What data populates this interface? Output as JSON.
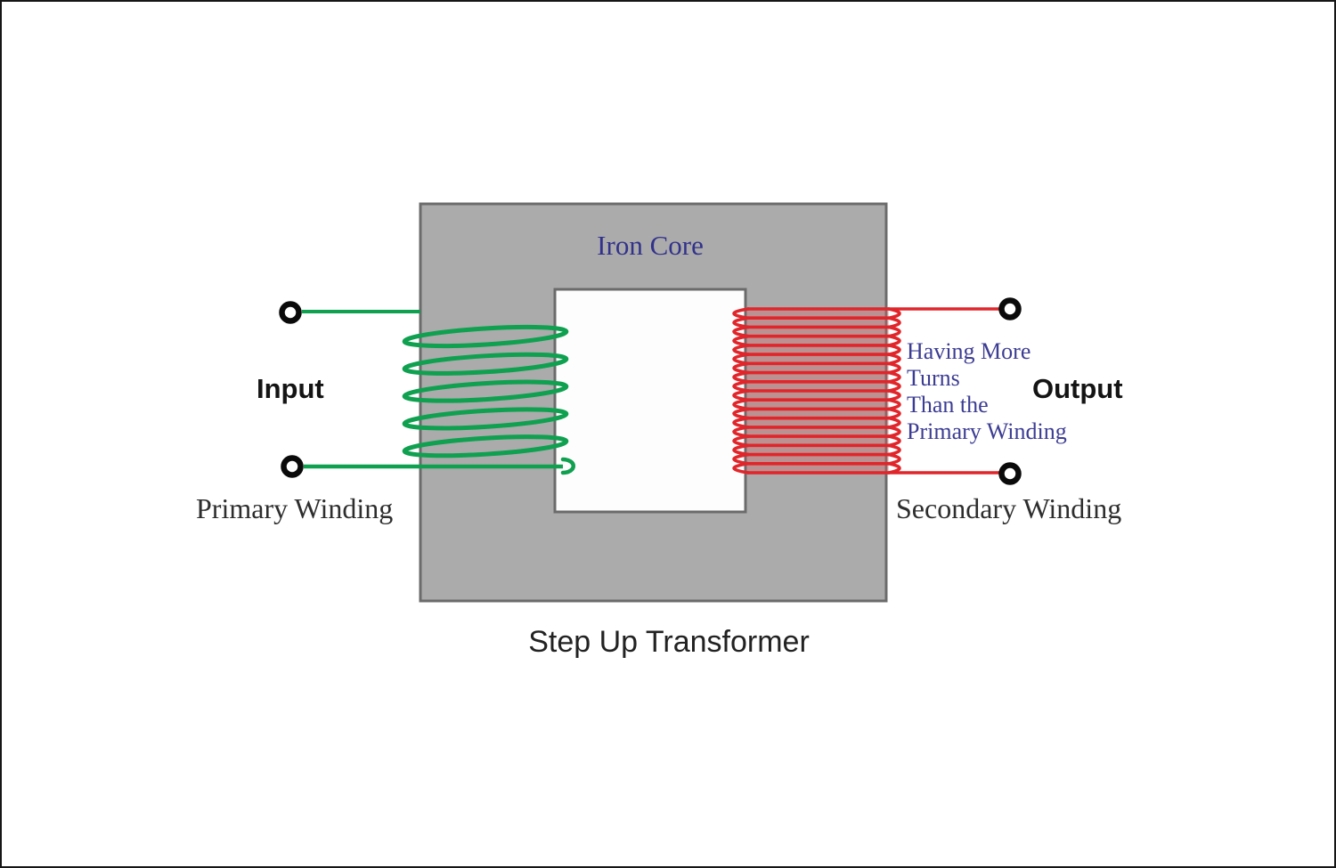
{
  "diagram": {
    "title": "Step Up Transformer",
    "core_label": "Iron Core",
    "input_label": "Input",
    "output_label": "Output",
    "primary_label": "Primary Winding",
    "secondary_label": "Secondary Winding",
    "note_lines": [
      "Having More",
      "Turns",
      "Than the",
      "Primary Winding"
    ]
  },
  "colors": {
    "core_fill": "#ababab",
    "core_border": "#6b6b6b",
    "window_fill": "#fdfdfd",
    "primary_coil_green": "#0fa050",
    "secondary_coil_red": "#e0262b",
    "secondary_tint": "rgba(225,90,90,0.32)",
    "note_text": "#3c3c94",
    "core_label_text": "#32328c",
    "terminal_ring": "#0a0a0a"
  },
  "windings": {
    "primary": {
      "turns": 6
    },
    "secondary": {
      "turns": 19
    }
  }
}
